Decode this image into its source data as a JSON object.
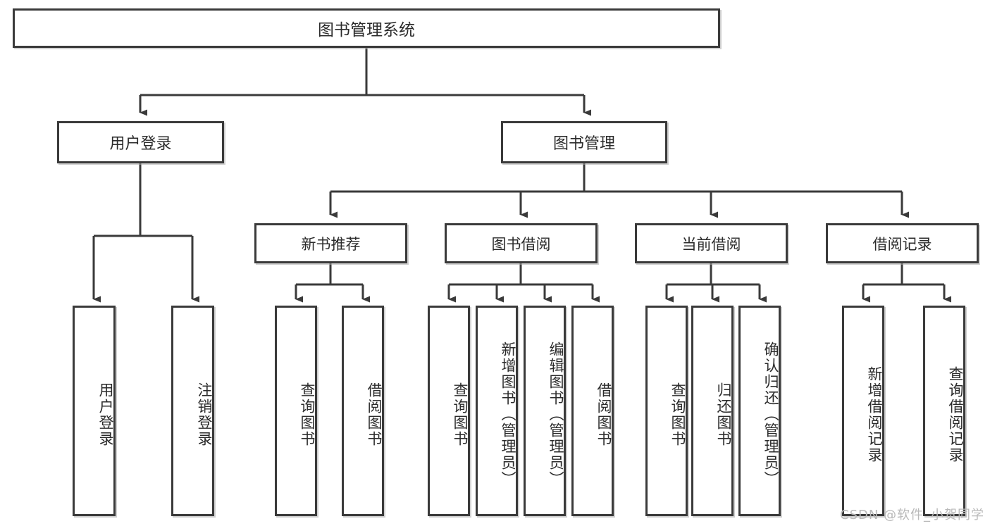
{
  "diagram": {
    "title": "图书管理系统",
    "type": "tree-hierarchy",
    "root": {
      "label": "图书管理系统"
    },
    "level2": [
      {
        "label": "用户登录"
      },
      {
        "label": "图书管理"
      }
    ],
    "level3": [
      {
        "label": "新书推荐"
      },
      {
        "label": "图书借阅"
      },
      {
        "label": "当前借阅"
      },
      {
        "label": "借阅记录"
      }
    ],
    "leaves": {
      "user_login": [
        {
          "label": "用户登录"
        },
        {
          "label": "注销登录"
        }
      ],
      "new_book_recommend": [
        {
          "label": "查询图书"
        },
        {
          "label": "借阅图书"
        }
      ],
      "book_borrow": [
        {
          "label": "查询图书"
        },
        {
          "label": "新增图书（管理员）"
        },
        {
          "label": "编辑图书（管理员）"
        },
        {
          "label": "借阅图书"
        }
      ],
      "current_borrow": [
        {
          "label": "查询图书"
        },
        {
          "label": "归还图书"
        },
        {
          "label": "确认归还（管理员）"
        }
      ],
      "borrow_record": [
        {
          "label": "新增借阅记录"
        },
        {
          "label": "查询借阅记录"
        }
      ]
    }
  },
  "watermark": {
    "text": "CSDN @软件_小贺同学"
  },
  "colors": {
    "border": "#3a3a3a",
    "line": "#3a3a3a",
    "background": "#ffffff",
    "text": "#2b2b2b",
    "watermark": "#b9b9b9"
  }
}
